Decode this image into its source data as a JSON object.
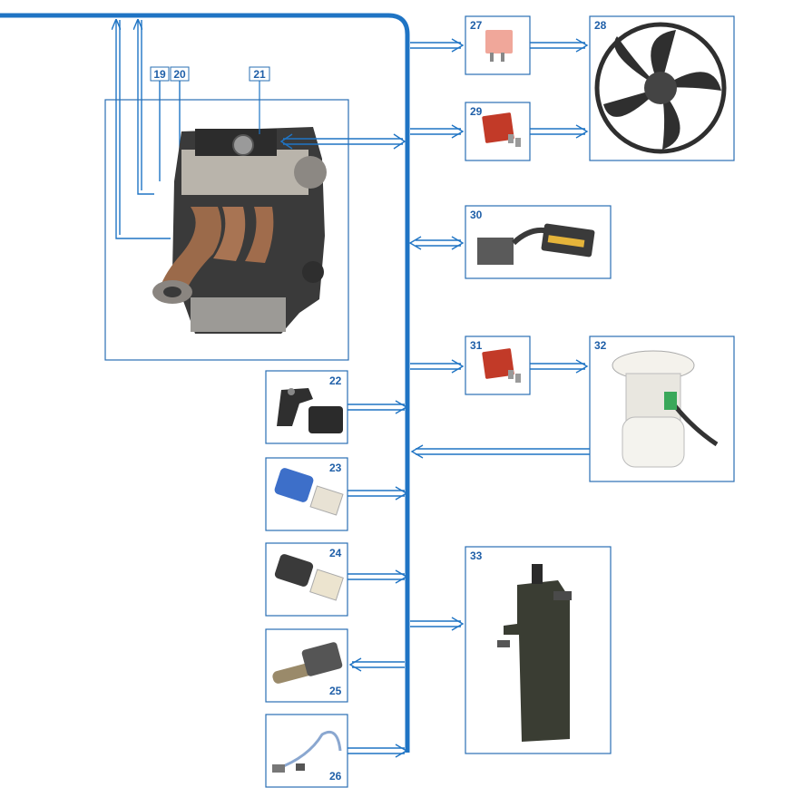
{
  "title": "",
  "colors": {
    "bus": "#1f74c4",
    "frame": "#2a6fb3",
    "label": "#1f5fa8",
    "arrow": "#1f74c4"
  },
  "engine": {
    "labels": [
      "19",
      "20",
      "21"
    ]
  },
  "components": [
    {
      "number": "22",
      "name": "crankshaft-sensor"
    },
    {
      "number": "23",
      "name": "blue-switch"
    },
    {
      "number": "24",
      "name": "grey-switch"
    },
    {
      "number": "25",
      "name": "solenoid-valve"
    },
    {
      "number": "26",
      "name": "oxygen-sensor"
    },
    {
      "number": "27",
      "name": "relay-pink"
    },
    {
      "number": "28",
      "name": "cooling-fan"
    },
    {
      "number": "29",
      "name": "relay-red"
    },
    {
      "number": "30",
      "name": "connector-block"
    },
    {
      "number": "31",
      "name": "relay-red-2"
    },
    {
      "number": "32",
      "name": "fuel-pump-module"
    },
    {
      "number": "33",
      "name": "charcoal-canister"
    }
  ]
}
